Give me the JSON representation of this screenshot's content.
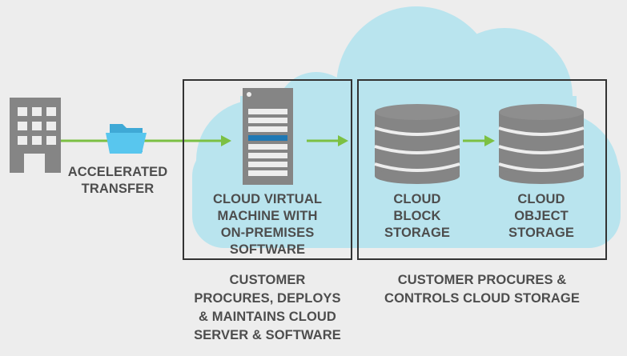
{
  "labels": {
    "transfer": [
      "ACCELERATED",
      "TRANSFER"
    ],
    "vm": [
      "CLOUD VIRTUAL",
      "MACHINE WITH",
      "ON-PREMISES",
      "SOFTWARE"
    ],
    "block": [
      "CLOUD",
      "BLOCK",
      "STORAGE"
    ],
    "object": [
      "CLOUD",
      "OBJECT",
      "STORAGE"
    ],
    "customer_server": [
      "CUSTOMER",
      "PROCURES, DEPLOYS",
      "& MAINTAINS CLOUD",
      "SERVER & SOFTWARE"
    ],
    "customer_storage": [
      "CUSTOMER PROCURES &",
      "CONTROLS CLOUD STORAGE"
    ]
  },
  "colors": {
    "background": "#ededed",
    "cloud": "#b9e4ee",
    "arrow": "#7cc043",
    "icon_gray": "#858585",
    "box_border": "#333333",
    "folder": "#4fbfe6",
    "server_stripe": "#1f78b4",
    "text": "#4d4d4d"
  },
  "icons": [
    "building-icon",
    "folder-icon",
    "server-icon",
    "database-icon"
  ]
}
